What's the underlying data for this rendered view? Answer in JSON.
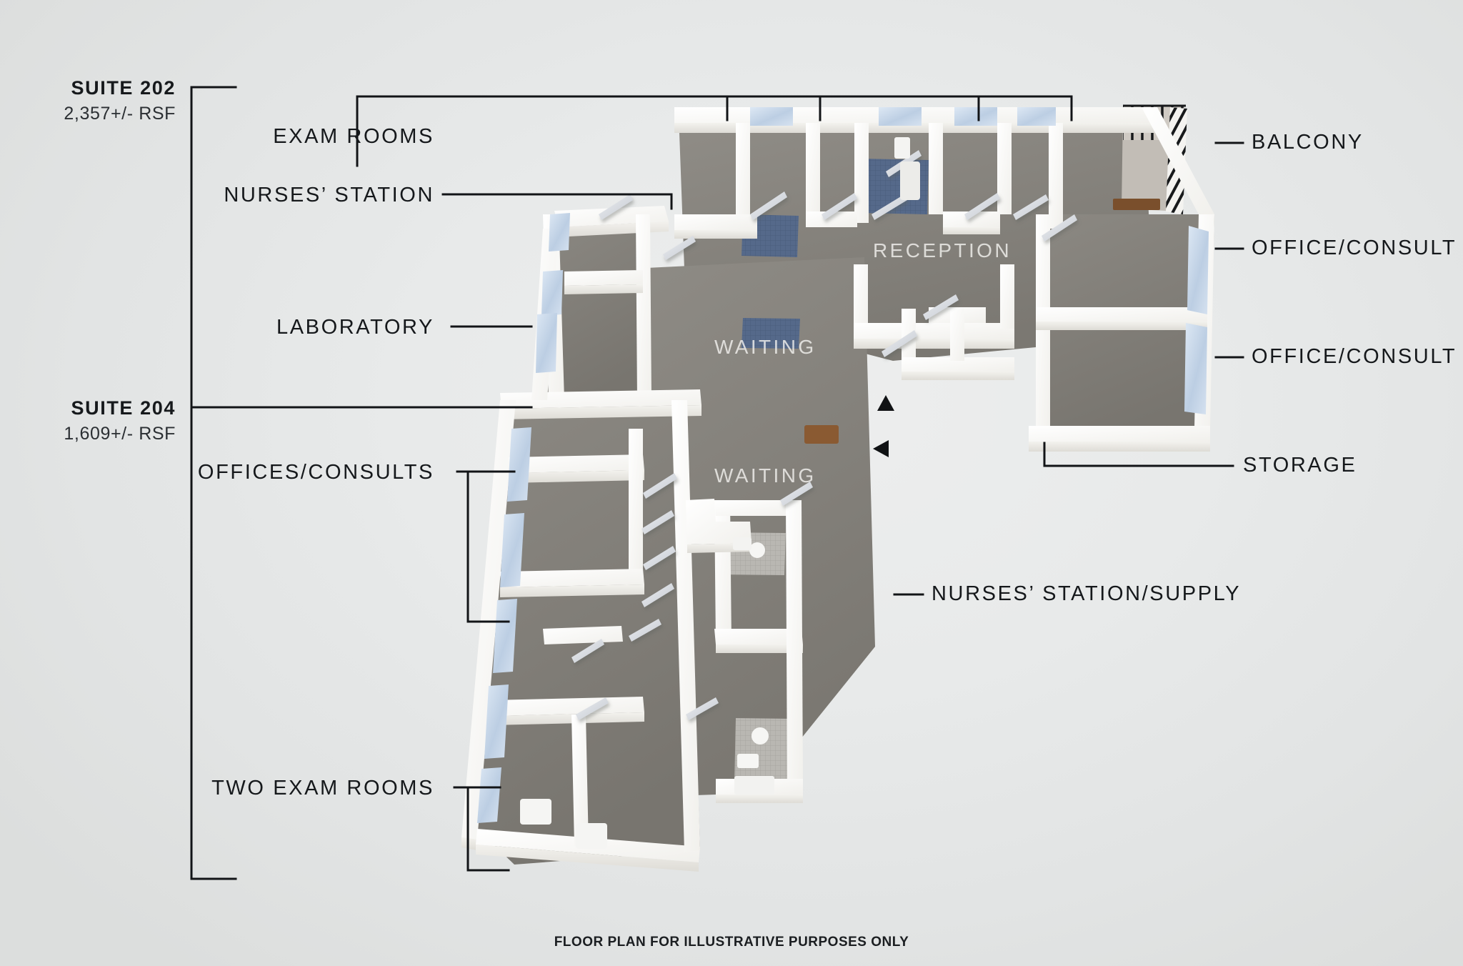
{
  "page": {
    "footer_note": "FLOOR PLAN FOR ILLUSTRATIVE PURPOSES ONLY",
    "background_color": "#e6e8e7",
    "line_color": "#121417",
    "label_color": "#15181b"
  },
  "suites": [
    {
      "id": "suite-202",
      "name": "SUITE 202",
      "area": "2,357+/- RSF"
    },
    {
      "id": "suite-204",
      "name": "SUITE 204",
      "area": "1,609+/- RSF"
    }
  ],
  "left_labels": [
    {
      "id": "exam-rooms",
      "text": "EXAM ROOMS"
    },
    {
      "id": "nurses-station",
      "text": "NURSES’ STATION"
    },
    {
      "id": "laboratory",
      "text": "LABORATORY"
    },
    {
      "id": "offices-consults",
      "text": "OFFICES/CONSULTS"
    },
    {
      "id": "two-exam-rooms",
      "text": "TWO EXAM ROOMS"
    }
  ],
  "right_labels": [
    {
      "id": "balcony",
      "text": "BALCONY"
    },
    {
      "id": "office-consult-1",
      "text": "OFFICE/CONSULT"
    },
    {
      "id": "office-consult-2",
      "text": "OFFICE/CONSULT"
    },
    {
      "id": "storage",
      "text": "STORAGE"
    },
    {
      "id": "nurses-supply",
      "text": "NURSES’ STATION/SUPPLY"
    }
  ],
  "floor_labels": [
    {
      "id": "reception",
      "text": "RECEPTION"
    },
    {
      "id": "waiting-1",
      "text": "WAITING"
    },
    {
      "id": "waiting-2",
      "text": "WAITING"
    }
  ],
  "render_colors": {
    "wall_top": "#fdfdfb",
    "wall_side": "#e9e8e3",
    "wall_shadow": "#cfcec8",
    "floor_carpet": "#8a8781",
    "floor_carpet_dark": "#7e7b75",
    "floor_tile_blue": "#55698a",
    "floor_tile_grey": "#b9b7b2",
    "balcony_deck": "#c2bdb6",
    "glass": "#c8d6e6",
    "wood": "#7a4f2c"
  }
}
